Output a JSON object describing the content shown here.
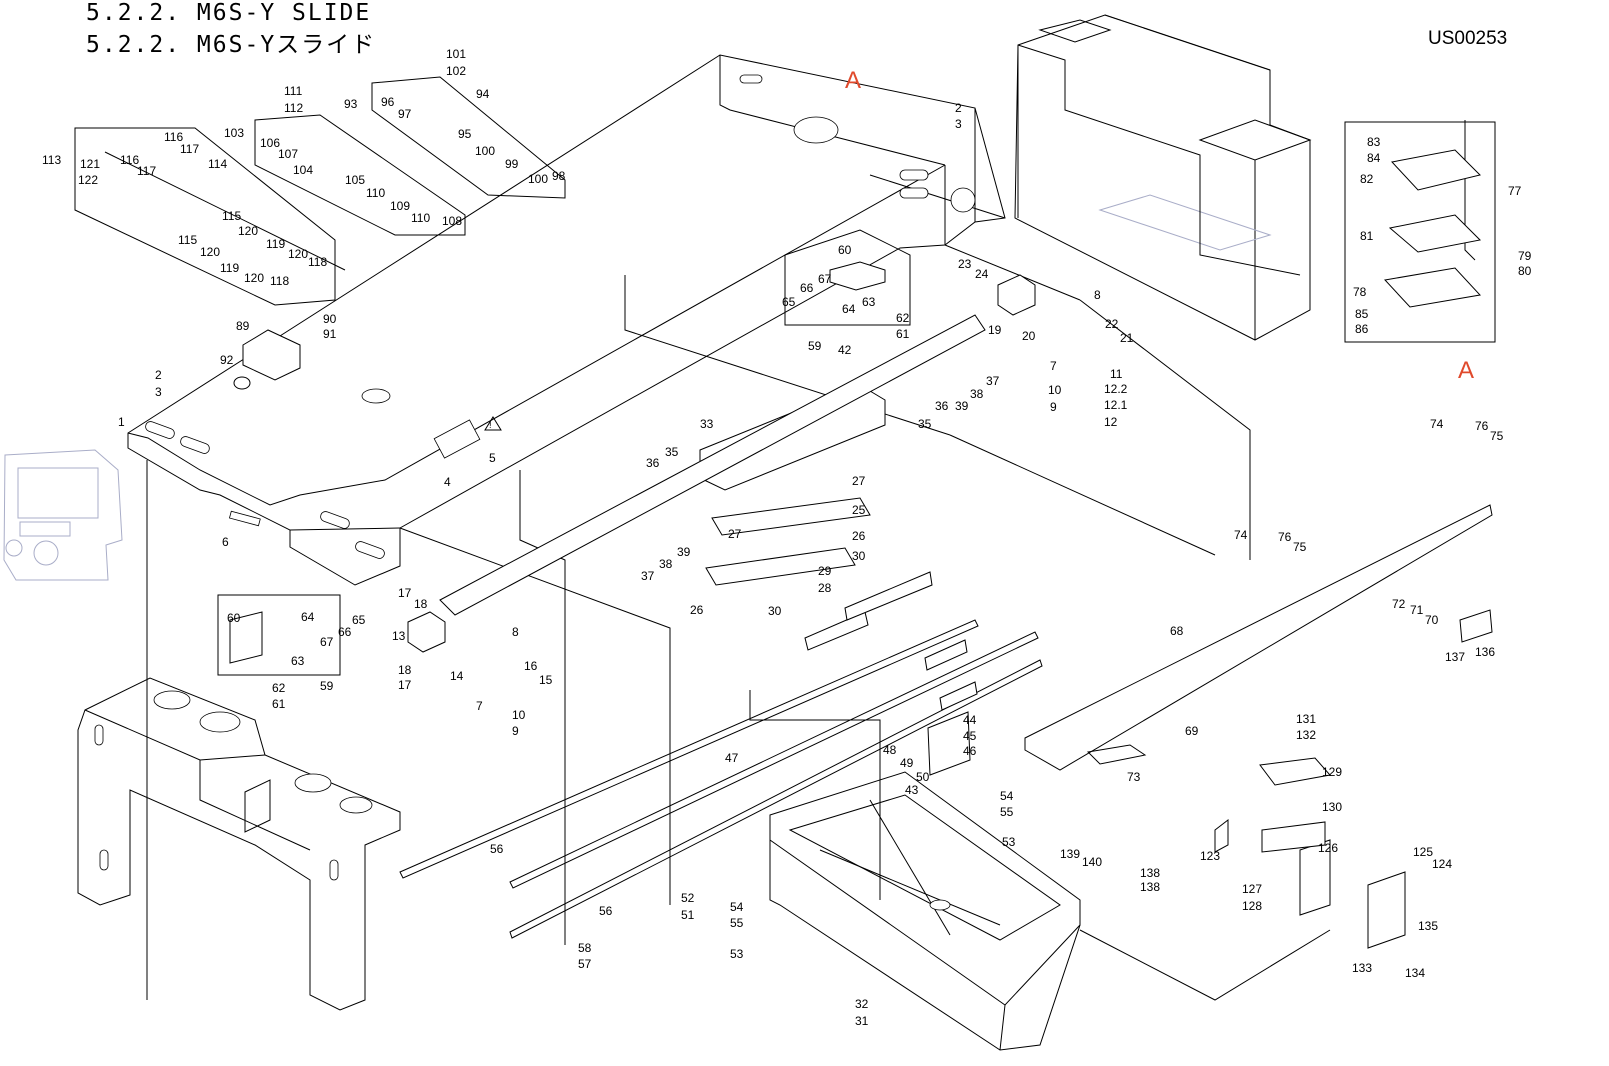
{
  "title": {
    "line1": "5.2.2. M6S-Y SLIDE",
    "line2": "5.2.2. M6S-Yスライド"
  },
  "figure_code": "US00253",
  "reference_markers": [
    "A",
    "A"
  ],
  "part_numbers": [
    "1",
    "2",
    "3",
    "4",
    "5",
    "6",
    "7",
    "8",
    "9",
    "10",
    "11",
    "12",
    "12.1",
    "12.2",
    "13",
    "14",
    "15",
    "16",
    "17",
    "18",
    "19",
    "20",
    "21",
    "22",
    "23",
    "24",
    "25",
    "26",
    "27",
    "28",
    "29",
    "30",
    "31",
    "32",
    "33",
    "35",
    "36",
    "37",
    "38",
    "39",
    "42",
    "43",
    "44",
    "45",
    "46",
    "47",
    "48",
    "49",
    "50",
    "51",
    "52",
    "53",
    "54",
    "55",
    "56",
    "57",
    "58",
    "59",
    "60",
    "61",
    "62",
    "63",
    "64",
    "65",
    "66",
    "67",
    "68",
    "69",
    "70",
    "71",
    "72",
    "73",
    "74",
    "75",
    "76",
    "77",
    "78",
    "79",
    "80",
    "81",
    "82",
    "83",
    "84",
    "85",
    "86",
    "89",
    "90",
    "91",
    "92",
    "93",
    "94",
    "95",
    "96",
    "97",
    "98",
    "99",
    "100",
    "101",
    "102",
    "103",
    "104",
    "105",
    "106",
    "107",
    "108",
    "109",
    "110",
    "111",
    "112",
    "113",
    "114",
    "115",
    "116",
    "117",
    "118",
    "119",
    "120",
    "121",
    "122",
    "123",
    "124",
    "125",
    "126",
    "127",
    "128",
    "129",
    "130",
    "131",
    "132",
    "133",
    "134",
    "135",
    "136",
    "137",
    "138",
    "139",
    "140"
  ],
  "callouts": {
    "c101": "101",
    "c102": "102",
    "c93": "93",
    "c94": "94",
    "c96": "96",
    "c97": "97",
    "c95": "95",
    "c100a": "100",
    "c99": "99",
    "c100b": "100",
    "c98": "98",
    "c111": "111",
    "c112": "112",
    "c103": "103",
    "c106": "106",
    "c107": "107",
    "c104": "104",
    "c105": "105",
    "c110a": "110",
    "c109": "109",
    "c110b": "110",
    "c108": "108",
    "c113": "113",
    "c116a": "116",
    "c117a": "117",
    "c121": "121",
    "c116b": "116",
    "c117b": "117",
    "c114": "114",
    "c122": "122",
    "c115a": "115",
    "c115b": "115",
    "c120a": "120",
    "c119a": "119",
    "c120b": "120",
    "c118a": "118",
    "c120c": "120",
    "c119b": "119",
    "c120d": "120",
    "c118b": "118",
    "c2a": "2",
    "c3a": "3",
    "c2b": "2",
    "c3b": "3",
    "c1": "1",
    "c4": "4",
    "c5": "5",
    "c6": "6",
    "c89": "89",
    "c90": "90",
    "c91": "91",
    "c92": "92",
    "c60a": "60",
    "c66a": "66",
    "c67a": "67",
    "c65a": "65",
    "c64a": "64",
    "c63a": "63",
    "c62a": "62",
    "c61a": "61",
    "c59a": "59",
    "c42": "42",
    "c23": "23",
    "c24": "24",
    "c8a": "8",
    "c19": "19",
    "c20": "20",
    "c22": "22",
    "c21": "21",
    "c7a": "7",
    "c11": "11",
    "c10a": "10",
    "c12_2": "12.2",
    "c9a": "9",
    "c12_1": "12.1",
    "c12": "12",
    "c36a": "36",
    "c38a": "38",
    "c37a": "37",
    "c39a": "39",
    "c35a": "35",
    "c33": "33",
    "c35b": "35",
    "c36b": "36",
    "c27a": "27",
    "c25": "25",
    "c26a": "26",
    "c27b": "27",
    "c30a": "30",
    "c29": "29",
    "c28": "28",
    "c26b": "26",
    "c30b": "30",
    "c39b": "39",
    "c38b": "38",
    "c37b": "37",
    "c60b": "60",
    "c64b": "64",
    "c65b": "65",
    "c66b": "66",
    "c67b": "67",
    "c63b": "63",
    "c62b": "62",
    "c61b": "61",
    "c59b": "59",
    "c17a": "17",
    "c18a": "18",
    "c13": "13",
    "c8b": "8",
    "c16": "16",
    "c15": "15",
    "c14": "14",
    "c18b": "18",
    "c17b": "17",
    "c7b": "7",
    "c10b": "10",
    "c9b": "9",
    "c47": "47",
    "c56a": "56",
    "c56b": "56",
    "c52": "52",
    "c51": "51",
    "c58": "58",
    "c57": "57",
    "c44": "44",
    "c45": "45",
    "c46": "46",
    "c48": "48",
    "c49": "49",
    "c50": "50",
    "c43": "43",
    "c54a": "54",
    "c55a": "55",
    "c53a": "53",
    "c54b": "54",
    "c55b": "55",
    "c53b": "53",
    "c32": "32",
    "c31": "31",
    "c83": "83",
    "c84": "84",
    "c82": "82",
    "c77": "77",
    "c81": "81",
    "c79": "79",
    "c80": "80",
    "c78": "78",
    "c85": "85",
    "c86": "86",
    "c74a": "74",
    "c76a": "76",
    "c75a": "75",
    "c74b": "74",
    "c76b": "76",
    "c75b": "75",
    "c72": "72",
    "c71": "71",
    "c70": "70",
    "c68": "68",
    "c69": "69",
    "c73": "73",
    "c137": "137",
    "c136": "136",
    "c131": "131",
    "c132": "132",
    "c129": "129",
    "c130": "130",
    "c123": "123",
    "c126": "126",
    "c125": "125",
    "c124": "124",
    "c127": "127",
    "c128": "128",
    "c135": "135",
    "c133": "133",
    "c134": "134",
    "c139": "139",
    "c140": "140",
    "c138a": "138",
    "c138b": "138"
  }
}
